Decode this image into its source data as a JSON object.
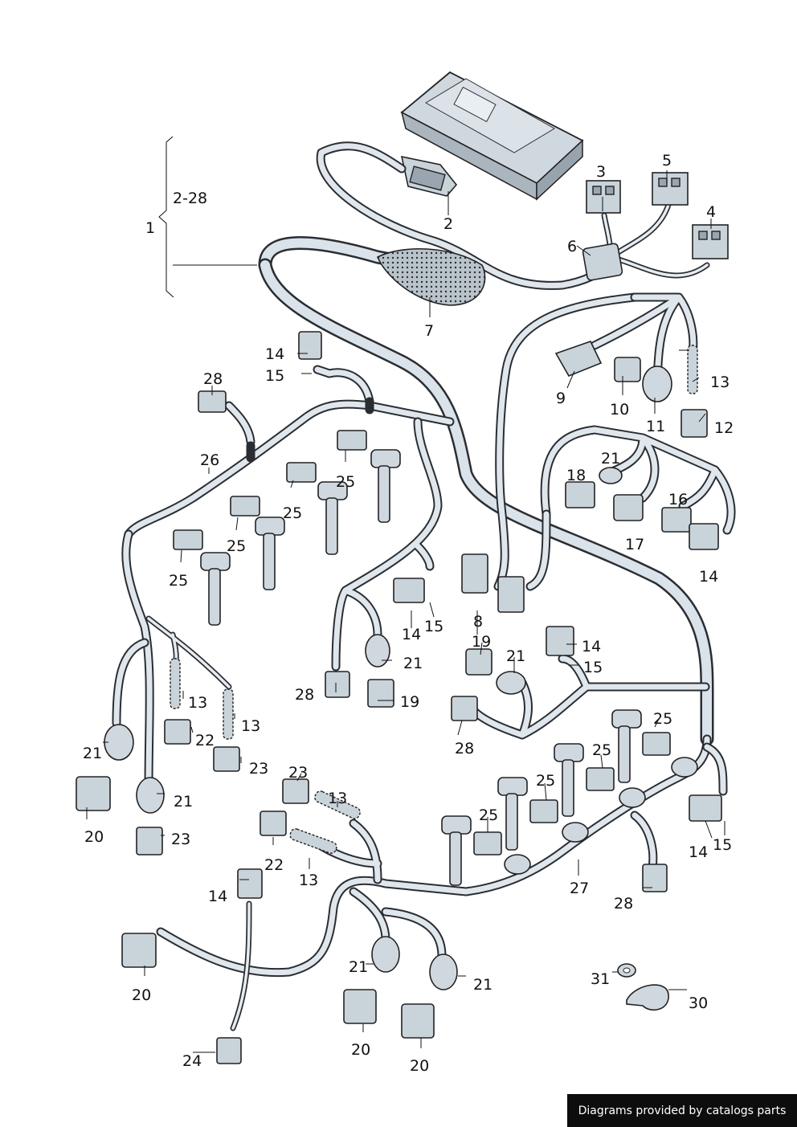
{
  "labels": {
    "l1": "1",
    "l2_28": "2-28",
    "l2": "2",
    "l3": "3",
    "l4": "4",
    "l5": "5",
    "l6": "6",
    "l7": "7",
    "l8": "8",
    "l9": "9",
    "l10": "10",
    "l11": "11",
    "l12": "12",
    "l13": "13",
    "l14": "14",
    "l15": "15",
    "l16": "16",
    "l17": "17",
    "l18": "18",
    "l19": "19",
    "l20": "20",
    "l21": "21",
    "l22": "22",
    "l23": "23",
    "l24": "24",
    "l25": "25",
    "l26": "26",
    "l27": "27",
    "l28": "28",
    "l30": "30",
    "l31": "31"
  },
  "footer": {
    "text": "Diagrams provided by catalogs parts"
  }
}
